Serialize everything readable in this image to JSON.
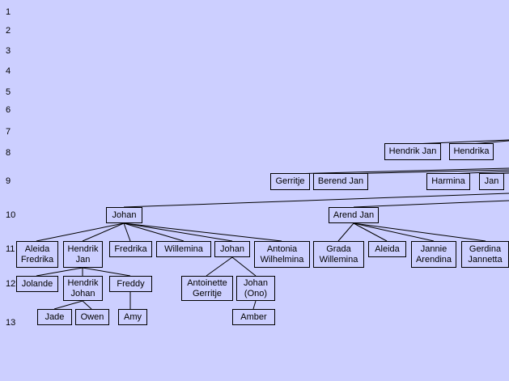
{
  "generations": [
    "1",
    "2",
    "3",
    "4",
    "5",
    "6",
    "7",
    "8",
    "9",
    "10",
    "11",
    "12",
    "13"
  ],
  "people": {
    "hendrik_jan_g8": "Hendrik Jan",
    "hendrika_g8": "Hendrika",
    "gerritje_g9": "Gerritje",
    "berend_jan_g9": "Berend Jan",
    "harmina_g9": "Harmina",
    "jan_g9": "Jan",
    "johan_g10": "Johan",
    "arend_jan_g10": "Arend Jan",
    "aleida_fredrika_g11": "Aleida\nFredrika",
    "hendrik_jan_g11": "Hendrik\nJan",
    "fredrika_g11": "Fredrika",
    "willemina_g11": "Willemina",
    "johan_g11": "Johan",
    "antonia_wilhelmina_g11": "Antonia\nWilhelmina",
    "grada_willemina_g11": "Grada\nWillemina",
    "aleida_g11": "Aleida",
    "jannie_arendina_g11": "Jannie\nArendina",
    "gerdina_jannetta_g11": "Gerdina\nJannetta",
    "jolande_g12": "Jolande",
    "hendrik_johan_g12": "Hendrik\nJohan",
    "freddy_g12": "Freddy",
    "antoinette_gerritje_g12": "Antoinette\nGerritje",
    "johan_ono_g12": "Johan\n(Ono)",
    "jade_g13": "Jade",
    "owen_g13": "Owen",
    "amy_g13": "Amy",
    "amber_g13": "Amber"
  }
}
